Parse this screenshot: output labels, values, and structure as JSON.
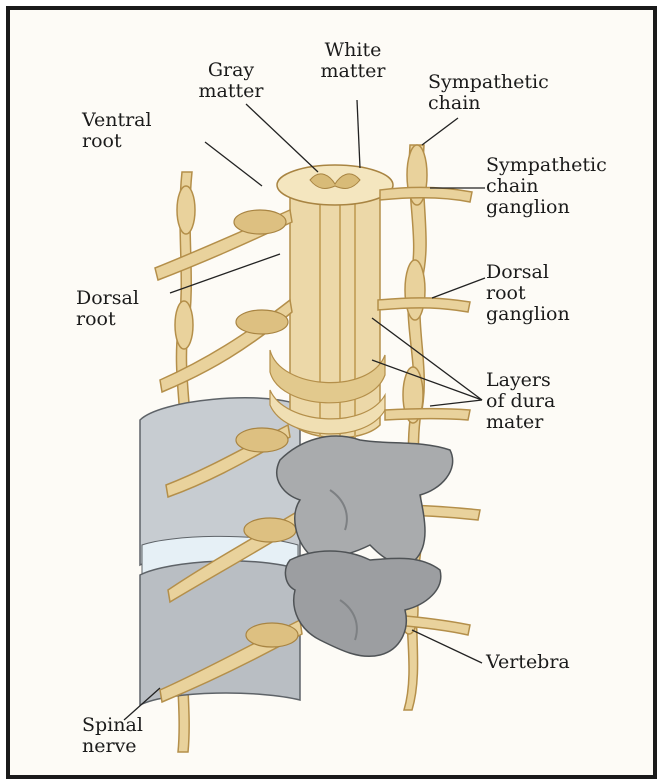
{
  "figure": {
    "colors": {
      "border": "#1a1a1a",
      "nerve": "#e9d29c",
      "nerve_shade": "#c9a864",
      "bone": "#a9abad",
      "bone_shade": "#7d8083",
      "disc": "#c7ccd1",
      "leader": "#222222"
    },
    "labels": {
      "white_matter": "White\nmatter",
      "gray_matter": "Gray\nmatter",
      "ventral_root": "Ventral\nroot",
      "sympathetic_chain": "Sympathetic\nchain",
      "sympathetic_chain_ganglion": "Sympathetic\nchain\nganglion",
      "dorsal_root": "Dorsal\nroot",
      "dorsal_root_ganglion": "Dorsal\nroot\nganglion",
      "layers_of_dura_mater": "Layers\nof dura\nmater",
      "vertebra": "Vertebra",
      "spinal_nerve": "Spinal\nnerve"
    }
  }
}
